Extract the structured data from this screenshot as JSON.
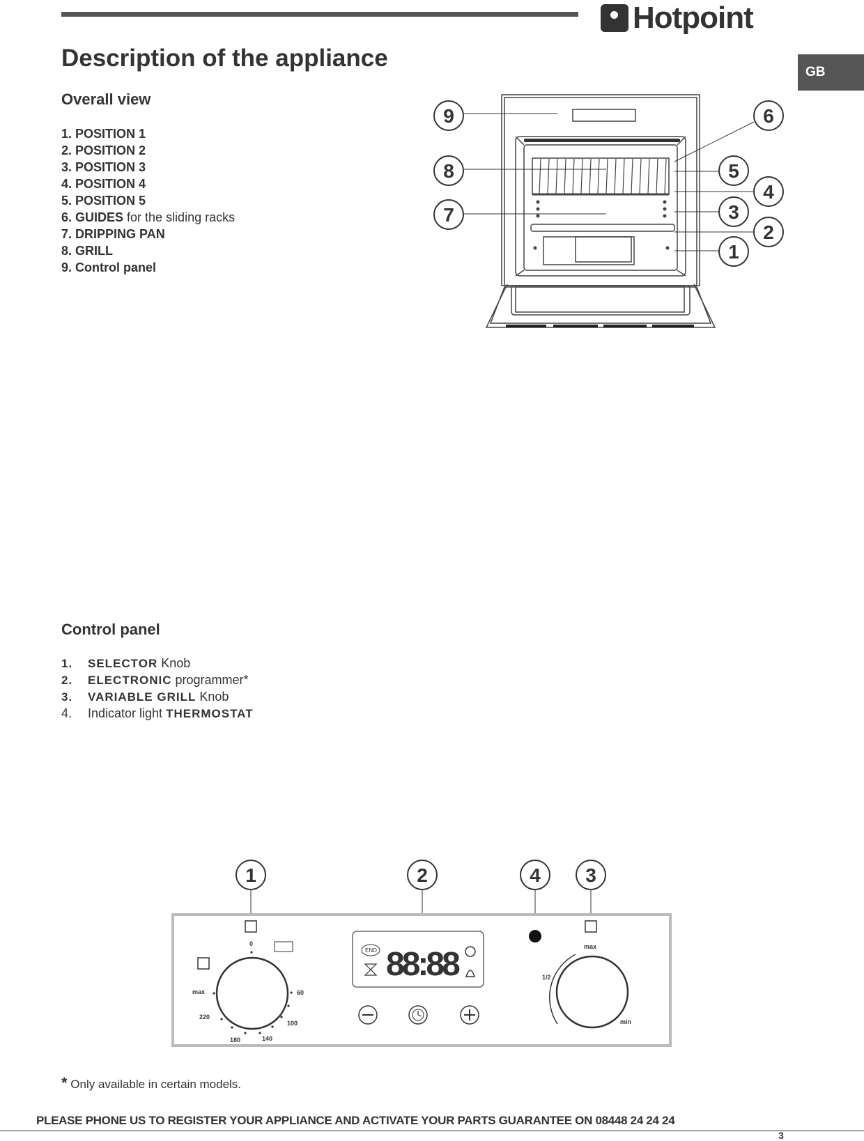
{
  "header": {
    "brand": "Hotpoint",
    "lang_tab": "GB"
  },
  "title": "Description of the appliance",
  "overall_view": {
    "heading": "Overall view",
    "items": [
      {
        "bold": "1. POSITION 1",
        "rest": ""
      },
      {
        "bold": "2. POSITION 2",
        "rest": ""
      },
      {
        "bold": "3. POSITION 3",
        "rest": ""
      },
      {
        "bold": "4. POSITION 4",
        "rest": ""
      },
      {
        "bold": "5. POSITION 5",
        "rest": ""
      },
      {
        "bold": "6. GUIDES",
        "rest": " for the sliding racks"
      },
      {
        "bold": "7. DRIPPING PAN",
        "rest": ""
      },
      {
        "bold": "8. GRILL",
        "rest": ""
      },
      {
        "bold": "9. Control panel",
        "rest": ""
      }
    ],
    "callouts": [
      "9",
      "6",
      "8",
      "5",
      "4",
      "7",
      "3",
      "2",
      "1"
    ]
  },
  "control_panel": {
    "heading": "Control panel",
    "items": [
      {
        "num": "1.",
        "pre": "",
        "bold": "SELECTOR",
        "post": " Knob"
      },
      {
        "num": "2.",
        "pre": "",
        "bold": "ELECTRONIC",
        "post": " programmer*"
      },
      {
        "num": "3.",
        "pre": "",
        "bold": "VARIABLE GRILL",
        "post": " Knob"
      },
      {
        "num": "4.",
        "pre": "Indicator light ",
        "bold": "THERMOSTAT",
        "post": ""
      }
    ],
    "callouts": [
      "1",
      "2",
      "4",
      "3"
    ],
    "selector_knob": {
      "scale": [
        "0",
        "60",
        "100",
        "140",
        "180",
        "220",
        "max"
      ]
    },
    "display": {
      "digits": "88:88",
      "end_label": "END"
    },
    "grill_knob": {
      "max": "max",
      "half": "1/2",
      "min": "min"
    }
  },
  "note": {
    "star": "*",
    "text": " Only available in certain models."
  },
  "footer": {
    "text": "PLEASE PHONE US TO REGISTER YOUR APPLIANCE AND ACTIVATE YOUR PARTS GUARANTEE ON 08448 24 24 24",
    "page": "3"
  }
}
